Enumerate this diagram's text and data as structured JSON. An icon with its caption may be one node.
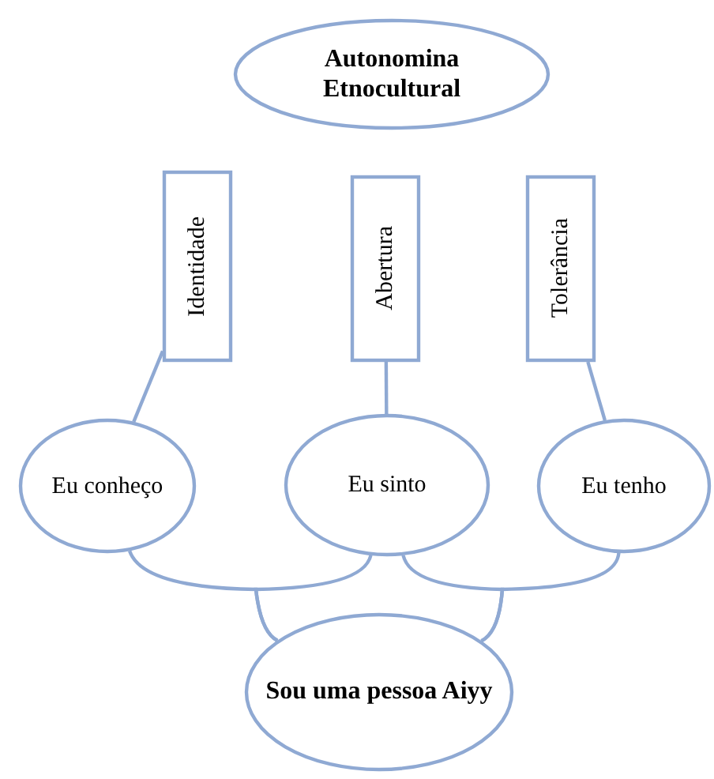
{
  "diagram": {
    "nodes": [
      {
        "text": [
          "Autonomina Etnocultural"
        ]
      },
      {
        "text": [
          "Identidade"
        ]
      },
      {
        "text": [
          "Abertura"
        ]
      },
      {
        "text": [
          "Tolerância"
        ]
      },
      {
        "text": [
          "Eu conheço"
        ]
      },
      {
        "text": [
          "Eu sinto"
        ]
      },
      {
        "text": [
          "Eu tenho"
        ]
      },
      {
        "text": [
          "Sou uma pessoa Aiyy"
        ]
      }
    ],
    "edges": [
      {
        "from": 1,
        "to": 4,
        "arrow": "none"
      },
      {
        "from": 2,
        "to": 5,
        "arrow": "none"
      },
      {
        "from": 3,
        "to": 6,
        "arrow": "none"
      },
      {
        "from": 4,
        "to": 7,
        "arrow": "none"
      },
      {
        "from": 5,
        "to": 7,
        "arrow": "none"
      },
      {
        "from": 5,
        "to": 7,
        "arrow": "none"
      },
      {
        "from": 6,
        "to": 7,
        "arrow": "none"
      }
    ]
  }
}
